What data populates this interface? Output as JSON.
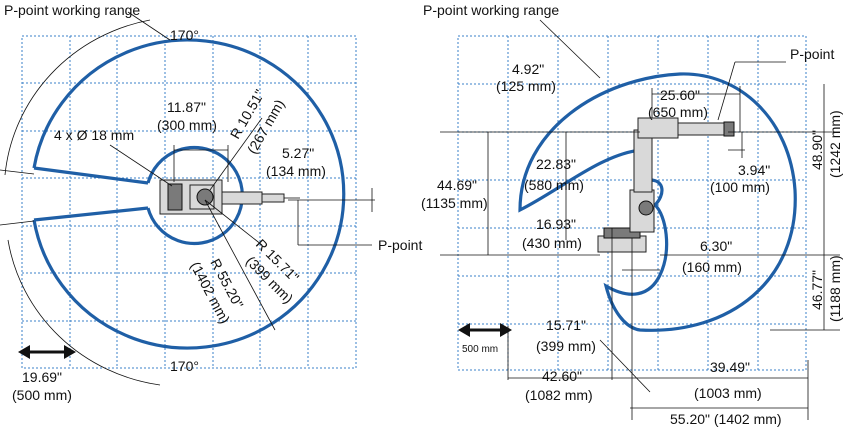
{
  "left_view": {
    "working_range_label": "P-point working range",
    "angle_top": "170°",
    "angle_bottom": "170°",
    "dim_base_width_in": "11.87\"",
    "dim_base_width_mm": "(300 mm)",
    "holes_label": "4 x Ø 18 mm",
    "r_inner_in": "R 10.51\"",
    "r_inner_mm": "(267 mm)",
    "dim_tool_in": "5.27\"",
    "dim_tool_mm": "(134 mm)",
    "r_mid_in": "R 15.71\"",
    "r_mid_mm": "(399 mm)",
    "r_outer_in": "R 55.20\"",
    "r_outer_mm": "(1402 mm)",
    "p_point_label": "P-point",
    "scale_in": "19.69\"",
    "scale_mm": "(500 mm)"
  },
  "right_view": {
    "working_range_label": "P-point working range",
    "p_point_label": "P-point",
    "dim_a_in": "4.92\"",
    "dim_a_mm": "(125 mm)",
    "dim_b_in": "25.60\"",
    "dim_b_mm": "(650 mm)",
    "dim_c_in": "48.90\"",
    "dim_c_mm": "(1242 mm)",
    "dim_d_in": "22.83\"",
    "dim_d_mm": "(580 mm)",
    "dim_e_in": "3.94\"",
    "dim_e_mm": "(100 mm)",
    "dim_f_in": "44.69\"",
    "dim_f_mm": "(1135 mm)",
    "dim_g_in": "16.93\"",
    "dim_g_mm": "(430 mm)",
    "dim_h_in": "6.30\"",
    "dim_h_mm": "(160 mm)",
    "dim_i_in": "46.77\"",
    "dim_i_mm": "(1188 mm)",
    "dim_j_in": "15.71\"",
    "dim_j_mm": "(399 mm)",
    "dim_k_in": "42.60\"",
    "dim_k_mm": "(1082 mm)",
    "dim_l_in": "39.49\"",
    "dim_l_mm": "(1003 mm)",
    "dim_m": "55.20\" (1402 mm)",
    "scale_label": "500 mm"
  },
  "colors": {
    "grid": "#3b82c8",
    "range": "#1f5fa6"
  }
}
